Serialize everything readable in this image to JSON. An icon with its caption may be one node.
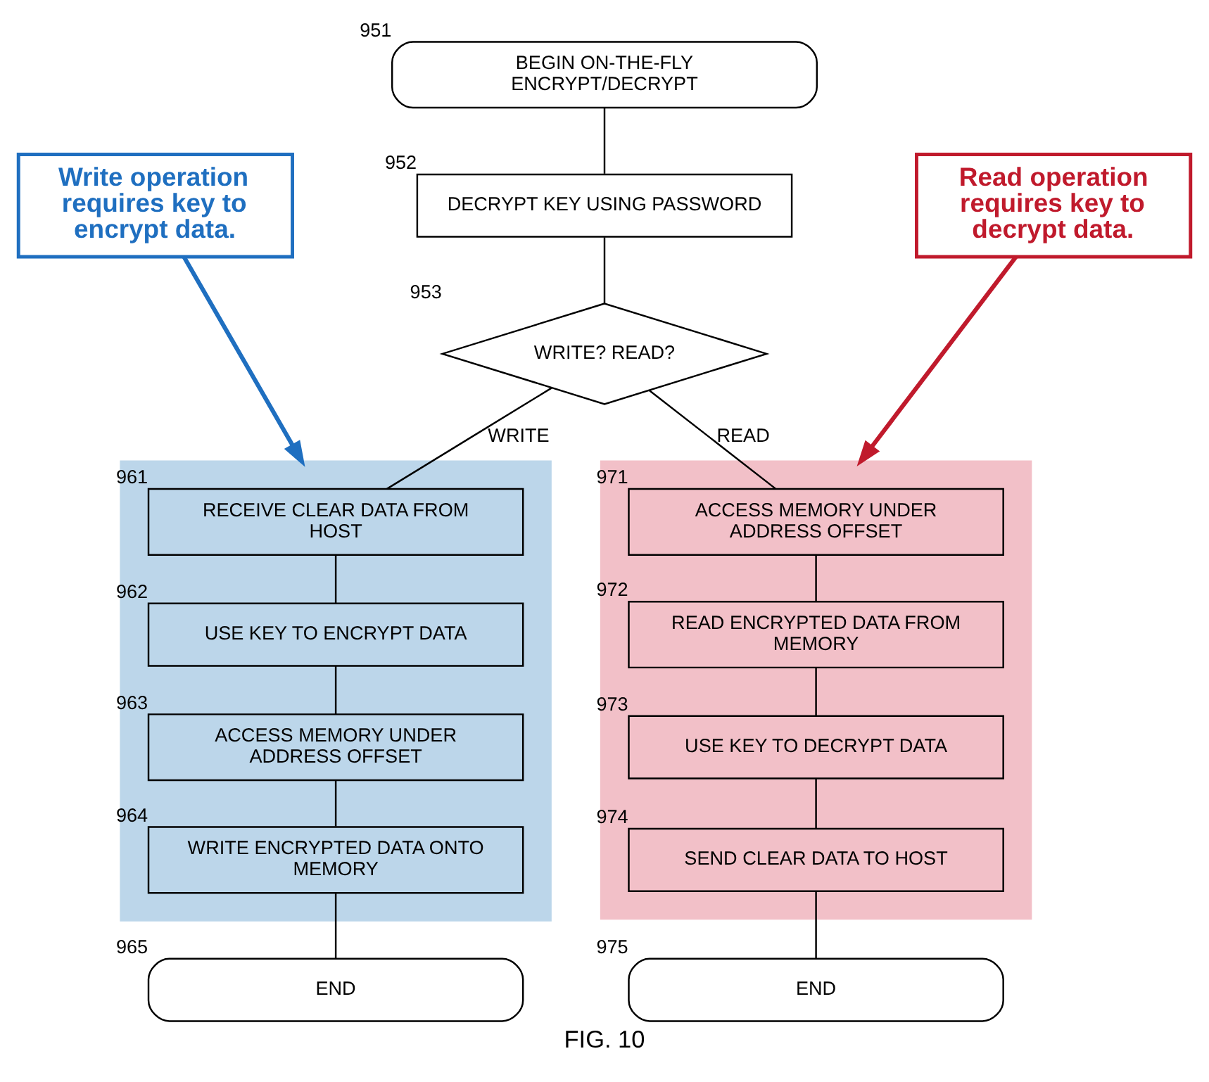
{
  "diagram": {
    "caption": "FIG. 10",
    "nodes": [
      {
        "text": [
          "BEGIN ON-THE-FLY ENCRYPT/DECRYPT"
        ],
        "beside": [
          "951"
        ]
      },
      {
        "text": [
          "DECRYPT KEY USING PASSWORD"
        ],
        "beside": [
          "952"
        ]
      },
      {
        "text": [
          "WRITE? READ?"
        ],
        "beside": [
          "953"
        ]
      },
      {
        "text": [],
        "shape": "box"
      },
      {
        "text": [
          "RECEIVE CLEAR DATA FROM HOST"
        ],
        "beside": [
          "961"
        ],
        "in": 3
      },
      {
        "text": [
          "USE KEY TO ENCRYPT DATA"
        ],
        "beside": [
          "962"
        ],
        "in": 3
      },
      {
        "text": [
          "ACCESS MEMORY UNDER ADDRESS OFFSET"
        ],
        "beside": [
          "963"
        ],
        "in": 3
      },
      {
        "text": [
          "WRITE ENCRYPTED DATA ONTO MEMORY"
        ],
        "beside": [
          "964"
        ],
        "in": 3
      },
      {
        "text": [
          "END"
        ],
        "beside": [
          "965"
        ]
      },
      {
        "text": [],
        "shape": "box"
      },
      {
        "text": [
          "ACCESS MEMORY UNDER ADDRESS OFFSET"
        ],
        "beside": [
          "971"
        ],
        "in": 9
      },
      {
        "text": [
          "READ ENCRYPTED DATA FROM MEMORY"
        ],
        "beside": [
          "972"
        ],
        "in": 9
      },
      {
        "text": [
          "USE KEY TO DECRYPT DATA"
        ],
        "beside": [
          "973"
        ],
        "in": 9
      },
      {
        "text": [
          "SEND CLEAR DATA TO HOST"
        ],
        "beside": [
          "974"
        ],
        "in": 9
      },
      {
        "text": [
          "END"
        ],
        "beside": [
          "975"
        ]
      },
      {
        "text": [
          "Write operation requires key to encrypt data."
        ]
      },
      {
        "text": [
          "Read operation requires key to decrypt data."
        ]
      }
    ],
    "edges": [
      {
        "from": 0,
        "to": 1,
        "arrow": "none"
      },
      {
        "from": 1,
        "to": 2,
        "arrow": "none"
      },
      {
        "from": 2,
        "to": 4,
        "arrow": "none",
        "label": "WRITE"
      },
      {
        "from": 2,
        "to": 10,
        "arrow": "none",
        "label": "READ"
      },
      {
        "from": 4,
        "to": 5,
        "arrow": "none"
      },
      {
        "from": 5,
        "to": 6,
        "arrow": "none"
      },
      {
        "from": 6,
        "to": 7,
        "arrow": "none"
      },
      {
        "from": 7,
        "to": 8,
        "arrow": "none"
      },
      {
        "from": 10,
        "to": 11,
        "arrow": "none"
      },
      {
        "from": 11,
        "to": 12,
        "arrow": "none"
      },
      {
        "from": 12,
        "to": 13,
        "arrow": "none"
      },
      {
        "from": 13,
        "to": 14,
        "arrow": "none"
      },
      {
        "from": 15,
        "to": 3,
        "arrow": "to",
        "style": "thick",
        "color": "#1f6fc0"
      },
      {
        "from": 16,
        "to": 9,
        "arrow": "to",
        "style": "thick",
        "color": "#c01a2c"
      }
    ]
  }
}
